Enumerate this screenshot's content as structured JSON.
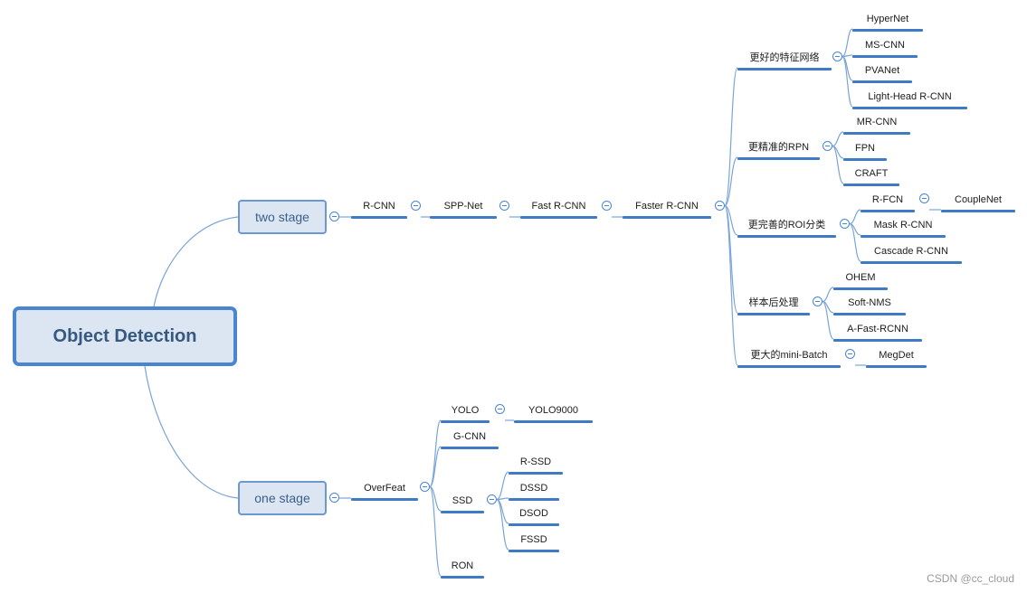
{
  "root": "Object Detection",
  "two_stage": "two stage",
  "one_stage": "one stage",
  "chain": [
    "R-CNN",
    "SPP-Net",
    "Fast R-CNN",
    "Faster R-CNN"
  ],
  "faster_rcnn_groups": [
    {
      "label": "更好的特征网络",
      "children": [
        "HyperNet",
        "MS-CNN",
        "PVANet",
        "Light-Head R-CNN"
      ]
    },
    {
      "label": "更精准的RPN",
      "children": [
        "MR-CNN",
        "FPN",
        "CRAFT"
      ]
    },
    {
      "label": "更完善的ROI分类",
      "children": [
        "R-FCN",
        "Mask R-CNN",
        "Cascade R-CNN"
      ],
      "rfcn_child": "CoupleNet"
    },
    {
      "label": "样本后处理",
      "children": [
        "OHEM",
        "Soft-NMS",
        "A-Fast-RCNN"
      ]
    },
    {
      "label": "更大的mini-Batch",
      "children": [
        "MegDet"
      ]
    }
  ],
  "overfeat": "OverFeat",
  "one_stage_children": [
    "YOLO",
    "G-CNN",
    "SSD",
    "RON"
  ],
  "yolo_child": "YOLO9000",
  "ssd_children": [
    "R-SSD",
    "DSSD",
    "DSOD",
    "FSSD"
  ],
  "watermark": "CSDN @cc_cloud",
  "colors": {
    "line": "#3e7bc4",
    "connector": "#7aa5d8",
    "box_fill": "#dce6f2",
    "box_border": "#6d97cf"
  }
}
